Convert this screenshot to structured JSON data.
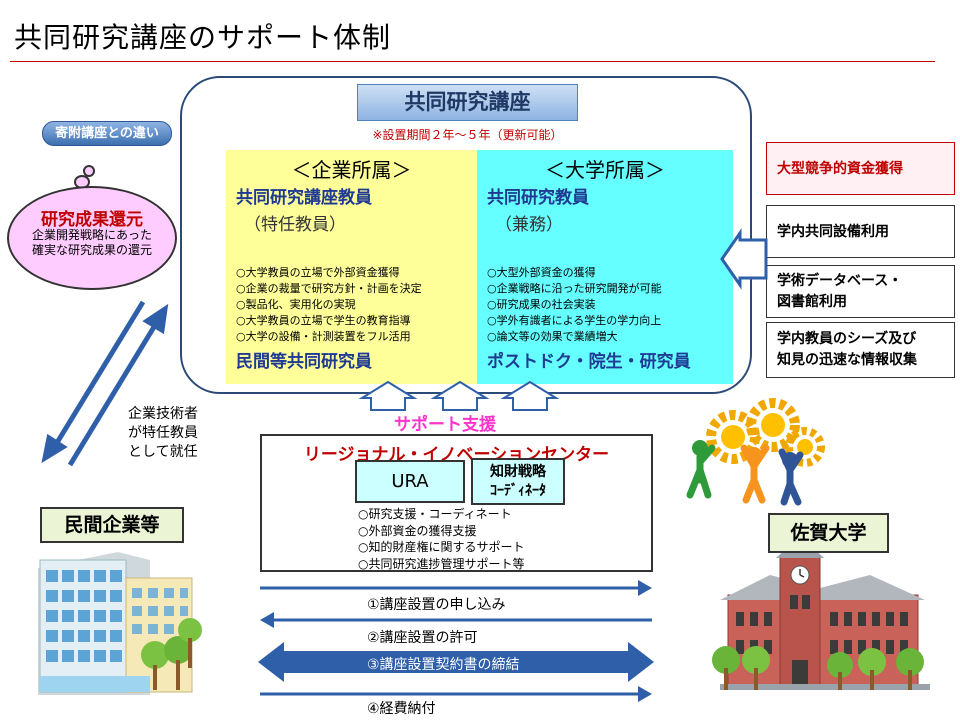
{
  "title": "共同研究講座のサポート体制",
  "main": {
    "header": "共同研究講座",
    "note": "※設置期間２年～５年（更新可能）",
    "left": {
      "heading": "＜企業所属＞",
      "role": "共同研究講座教員",
      "sub": "（特任教員）",
      "items": [
        "○大学教員の立場で外部資金獲得",
        "○企業の裁量で研究方針・計画を決定",
        "○製品化、実用化の実現",
        "○大学教員の立場で学生の教育指導",
        "○大学の設備・計測装置をフル活用"
      ],
      "footer": "民間等共同研究員"
    },
    "right": {
      "heading": "＜大学所属＞",
      "role": "共同研究教員",
      "sub": "（兼務）",
      "items": [
        "○大型外部資金の獲得",
        "○企業戦略に沿った研究開発が可能",
        "○研究成果の社会実装",
        "○学外有識者による学生の学力向上",
        "○論文等の効果で業績増大"
      ],
      "footer": "ポストドク・院生・研究員"
    }
  },
  "benefits": {
    "b1": "大型競争的資金獲得",
    "b2": "学内共同設備利用",
    "b3_line1": "学術データベース・",
    "b3_line2": "図書館利用",
    "b4_line1": "学内教員のシーズ及び",
    "b4_line2": "知見の迅速な情報収集"
  },
  "support": {
    "label": "サポート支援",
    "center_title": "リージョナル・イノベーションセンター",
    "ura": "URA",
    "ip_line1": "知財戦略",
    "ip_line2": "ｺｰﾃﾞｨﾈｰﾀ",
    "items": [
      "○研究支援・コーディネート",
      "○外部資金の獲得支援",
      "○知的財産権に関するサポート",
      "○共同研究進捗管理サポート等"
    ]
  },
  "bubble": {
    "label": "寄附講座との違い",
    "title": "研究成果還元",
    "line1": "企業開発戦略にあった",
    "line2": "確実な研究成果の還元"
  },
  "note_vertical": {
    "line1": "企業技術者",
    "line2": "が特任教員",
    "line3": "として就任"
  },
  "company_label": "民間企業等",
  "university_label": "佐賀大学",
  "steps": {
    "s1": "①講座設置の申し込み",
    "s2": "②講座設置の許可",
    "s3": "③講座設置契約書の締結",
    "s4": "④経費納付"
  },
  "colors": {
    "accent_red": "#c00000",
    "navy": "#1f3a93",
    "yellow_panel": "#ffff99",
    "cyan_panel": "#66ffff",
    "arrow_blue": "#2e5fa8",
    "pink_bubble": "#ffccff"
  },
  "icons": {
    "company": "office-building-icon",
    "university": "university-building-icon",
    "gears": "gears-teamwork-icon"
  }
}
